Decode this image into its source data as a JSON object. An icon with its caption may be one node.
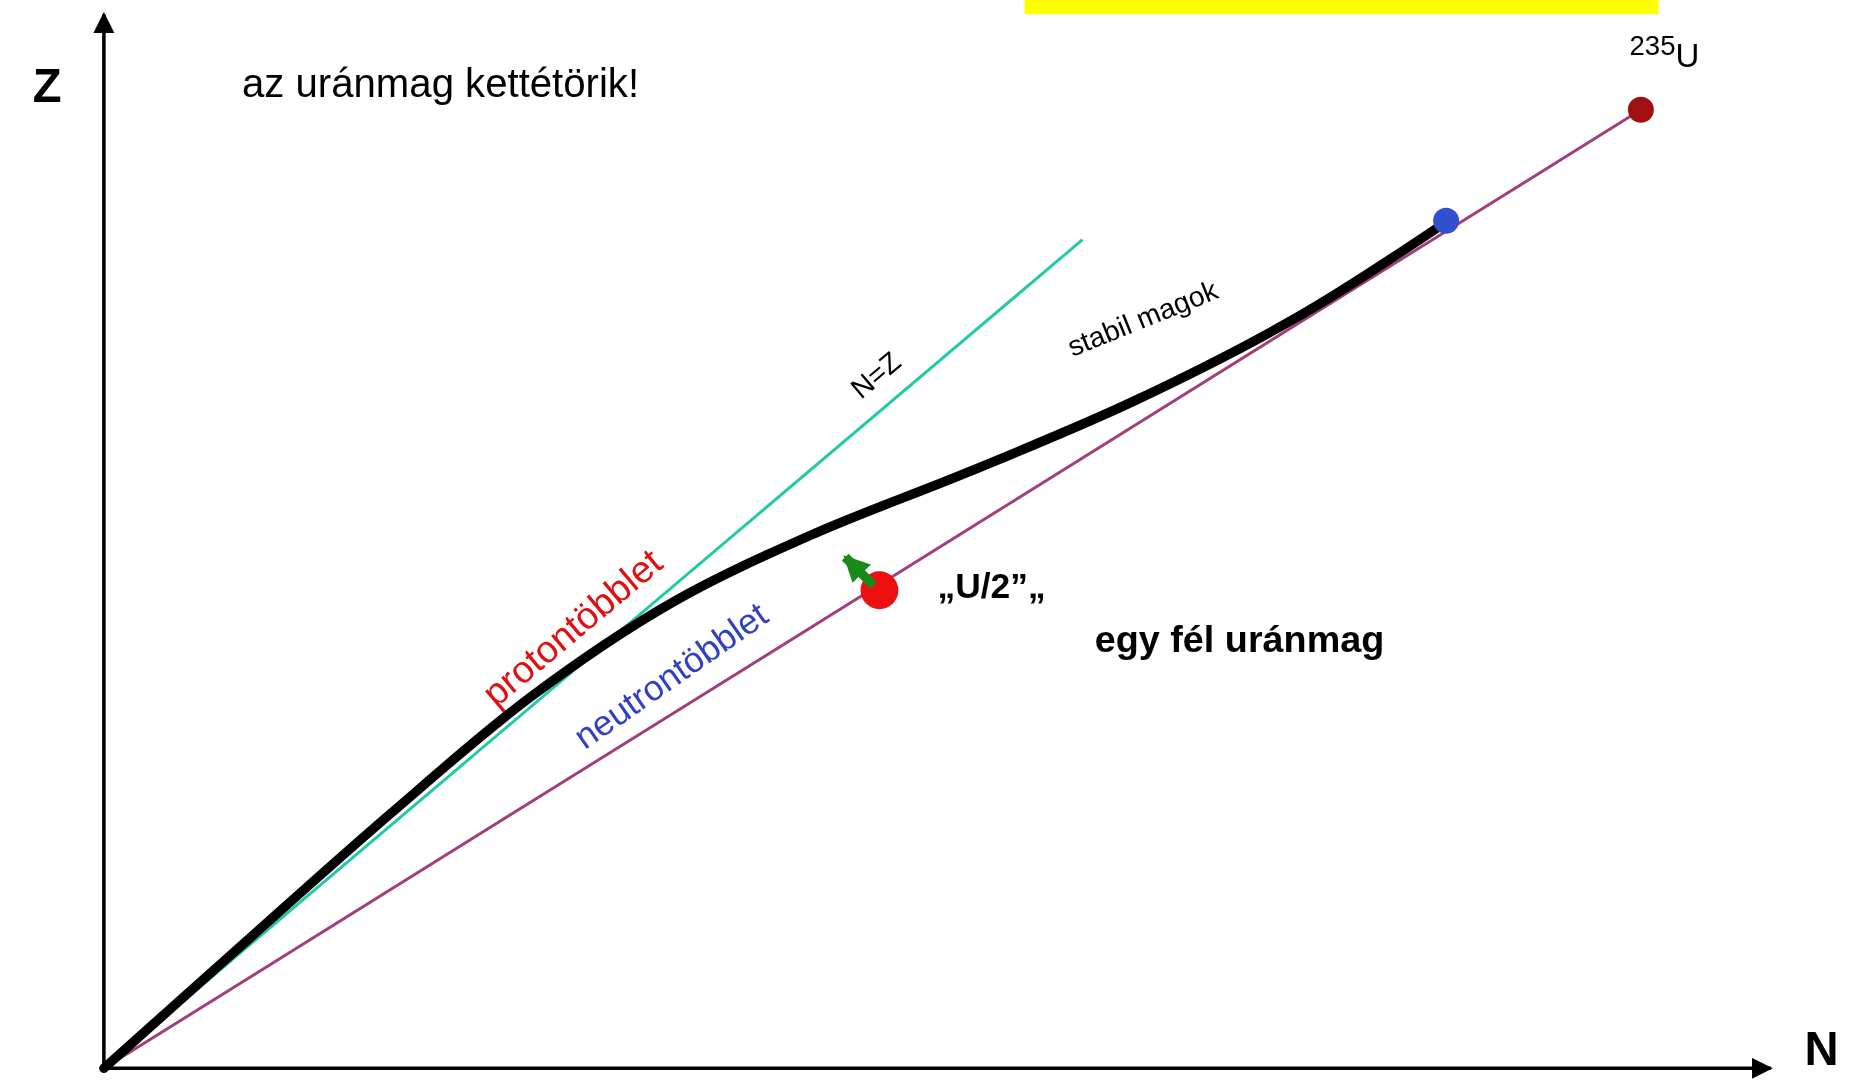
{
  "diagram": {
    "title": "az uránmag kettétörik!",
    "labels": [
      "Z",
      "N",
      "$^{235}$U",
      "N=Z",
      "stabil magok",
      "protontöbblet",
      "neutrontöbblet",
      "„U/2”„",
      "egy fél uránmag"
    ]
  }
}
